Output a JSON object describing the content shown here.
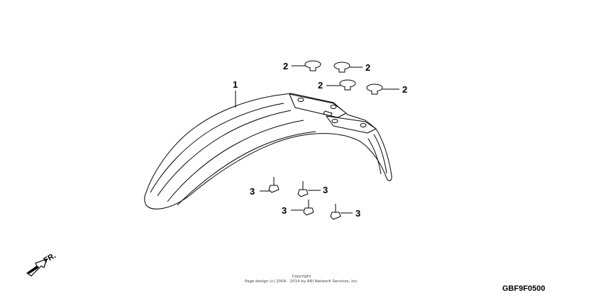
{
  "callouts": {
    "fender": "1",
    "cushion_a": "2",
    "cushion_b": "2",
    "cushion_c": "2",
    "cushion_d": "2",
    "bolt_a": "3",
    "bolt_b": "3",
    "bolt_c": "3",
    "bolt_d": "3"
  },
  "direction_label": "FR.",
  "copyright": {
    "line1": "Copyright",
    "line1_text": "Copyright",
    "line2": "Page design (c) 2004 - 2014 by ARI Network Services, Inc."
  },
  "diagram_code": "GBF9F0500"
}
